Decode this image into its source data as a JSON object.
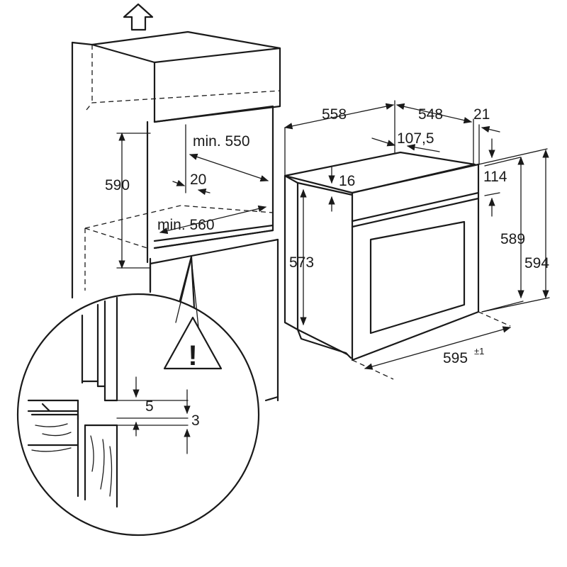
{
  "dimensions": {
    "d558": "558",
    "d548": "548",
    "d21": "21",
    "d107_5": "107,5",
    "d16": "16",
    "d114": "114",
    "d590": "590",
    "min550": "min. 550",
    "d20": "20",
    "min560": "min. 560",
    "d573": "573",
    "d589": "589",
    "d594": "594",
    "d595": "595",
    "d595_tol": "±1",
    "d5": "5",
    "d3": "3"
  },
  "icons": {
    "top": "up-arrow-icon",
    "detail": "warning-icon"
  }
}
